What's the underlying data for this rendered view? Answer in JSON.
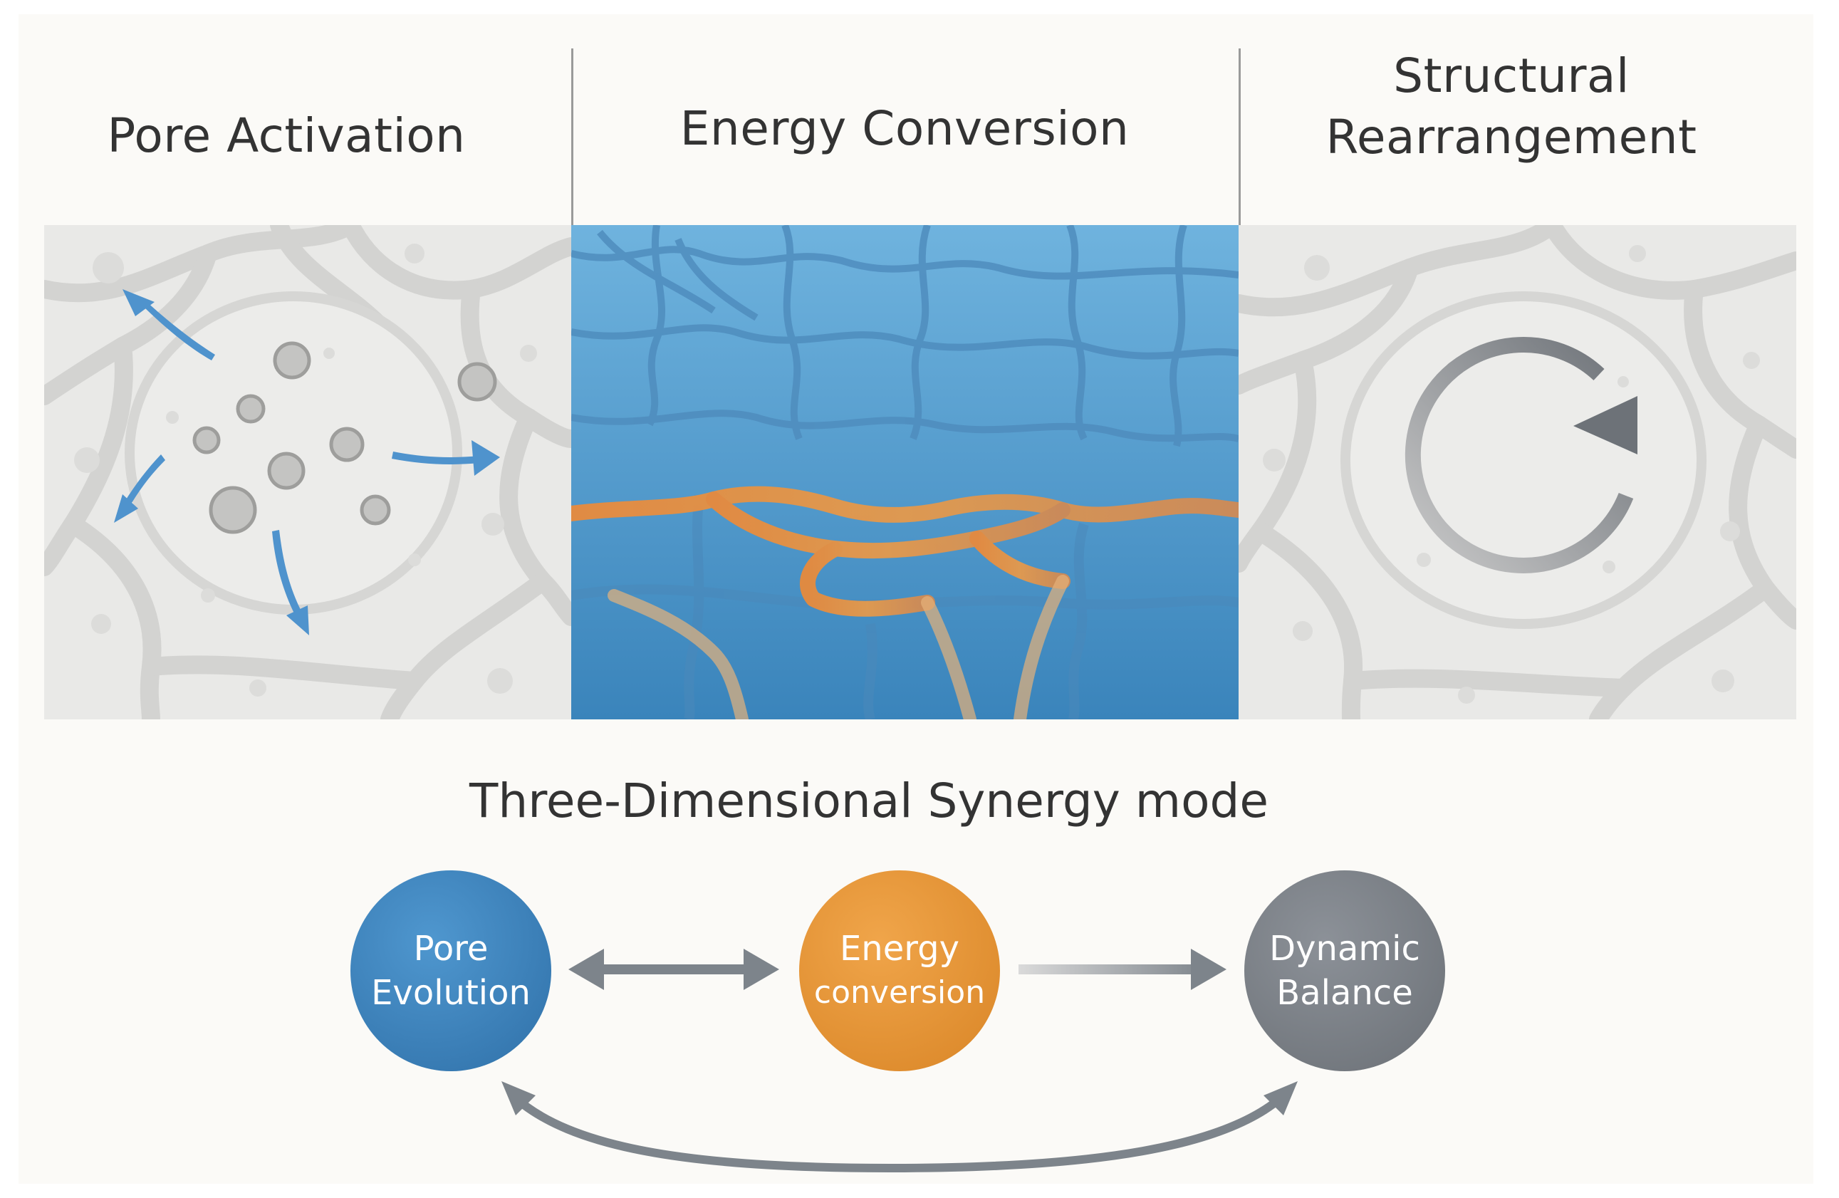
{
  "panels": [
    {
      "title": "Pore Activation"
    },
    {
      "title": "Energy Conversion"
    },
    {
      "title_line1": "Structural",
      "title_line2": "Rearrangement"
    }
  ],
  "synergy": {
    "title": "Three-Dimensional Synergy mode",
    "nodes": [
      {
        "line1": "Pore",
        "line2": "Evolution",
        "color": "#3a80bb"
      },
      {
        "line1": "Energy",
        "line2": "conversion",
        "color": "#e4943a"
      },
      {
        "line1": "Dynamic",
        "line2": "Balance",
        "color": "#7a7f86"
      }
    ]
  },
  "colors": {
    "tissue": "#e9e9e7",
    "wall": "#d3d3d1",
    "water_top": "#6bb0dd",
    "water_bottom": "#3c86bd",
    "heat": "#e88a3c",
    "arrow_blue": "#4f93cd",
    "arrow_gray": "#7d848b"
  },
  "icons": [
    "outward-arrow-icon",
    "rotation-arrow-icon",
    "double-arrow-icon",
    "right-arrow-icon",
    "curved-arrow-icon"
  ]
}
